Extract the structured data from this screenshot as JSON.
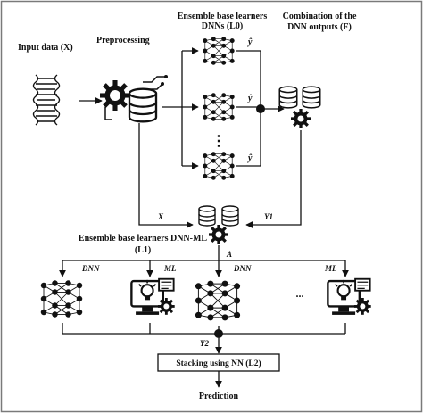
{
  "labels": {
    "input_data": "Input data (X)",
    "preprocessing": "Preprocessing",
    "ensemble_l0_line1": "Ensemble base learners",
    "ensemble_l0_line2": "DNNs (L0)",
    "combination_line1": "Combination of the",
    "combination_line2": "DNN outputs (F)",
    "arrow_x": "X",
    "arrow_y1": "Y1",
    "ensemble_l1_line1": "Ensemble base learners DNN-ML",
    "ensemble_l1_line2": "(L1)",
    "arrow_a": "A",
    "arrow_y2": "Y2",
    "stacking_box": "Stacking using NN (L2)",
    "prediction": "Prediction",
    "dnn_outputs": [
      "ŷ",
      "ŷ",
      "ŷ"
    ],
    "vertical_ellipsis": "⋮",
    "horizontal_ellipsis": "...",
    "l1_branch_labels": [
      "DNN",
      "ML",
      "DNN",
      "ML"
    ]
  },
  "icons": {
    "input": "dna-helix-icon",
    "preprocessing": "gear-database-icon",
    "dnn": "neural-network-icon",
    "combination": "database-pair-gear-icon",
    "ml": "computer-lightbulb-gear-icon"
  },
  "colors": {
    "line": "#111111",
    "background": "#ffffff",
    "frame": "#7a7a7a"
  }
}
